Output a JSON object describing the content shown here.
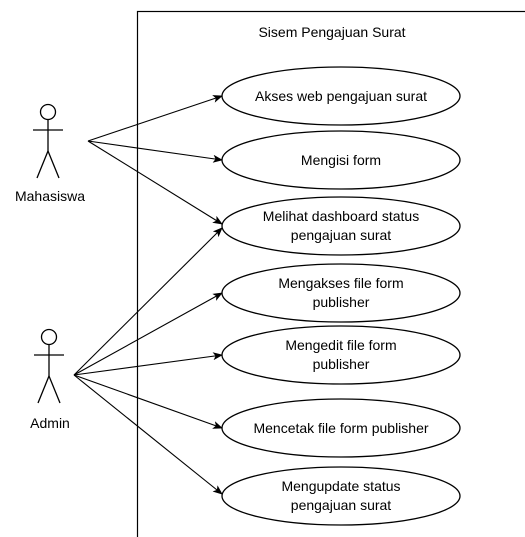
{
  "system": {
    "title": "Sisem Pengajuan Surat"
  },
  "actors": {
    "mahasiswa": {
      "label": "Mahasiswa"
    },
    "admin": {
      "label": "Admin"
    }
  },
  "use_cases": {
    "uc1": {
      "lines": [
        "Akses web pengajuan surat"
      ]
    },
    "uc2": {
      "lines": [
        "Mengisi form"
      ]
    },
    "uc3": {
      "lines": [
        "Melihat dashboard status",
        "pengajuan surat"
      ]
    },
    "uc4": {
      "lines": [
        "Mengakses file form",
        "publisher"
      ]
    },
    "uc5": {
      "lines": [
        "Mengedit file form",
        "publisher"
      ]
    },
    "uc6": {
      "lines": [
        "Mencetak file form publisher"
      ]
    },
    "uc7": {
      "lines": [
        "Mengupdate status",
        "pengajuan surat"
      ]
    }
  },
  "associations": [
    {
      "from": "Mahasiswa",
      "to": "Akses web pengajuan surat"
    },
    {
      "from": "Mahasiswa",
      "to": "Mengisi form"
    },
    {
      "from": "Mahasiswa",
      "to": "Melihat dashboard status pengajuan surat"
    },
    {
      "from": "Admin",
      "to": "Melihat dashboard status pengajuan surat"
    },
    {
      "from": "Admin",
      "to": "Mengakses file form publisher"
    },
    {
      "from": "Admin",
      "to": "Mengedit file form publisher"
    },
    {
      "from": "Admin",
      "to": "Mencetak file form publisher"
    },
    {
      "from": "Admin",
      "to": "Mengupdate status pengajuan surat"
    }
  ]
}
